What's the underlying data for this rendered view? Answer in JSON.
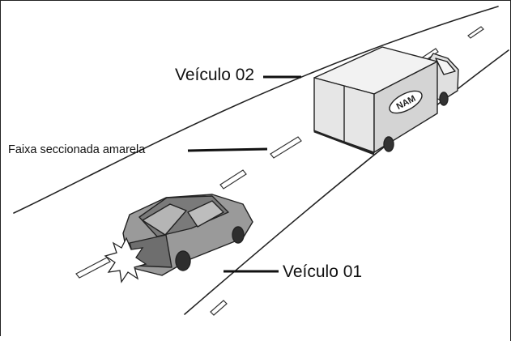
{
  "labels": {
    "vehicle_02": "Veículo 02",
    "lane_marking": "Faixa seccionada amarela",
    "vehicle_01": "Veículo 01"
  },
  "truck": {
    "logo_text": "NAM"
  },
  "colors": {
    "line": "#222222",
    "truck_body": "#e6e6e6",
    "truck_side": "#cfcfcf",
    "car_body": "#9a9a9a",
    "car_dark": "#5a5a5a",
    "impact": "#ffffff"
  }
}
